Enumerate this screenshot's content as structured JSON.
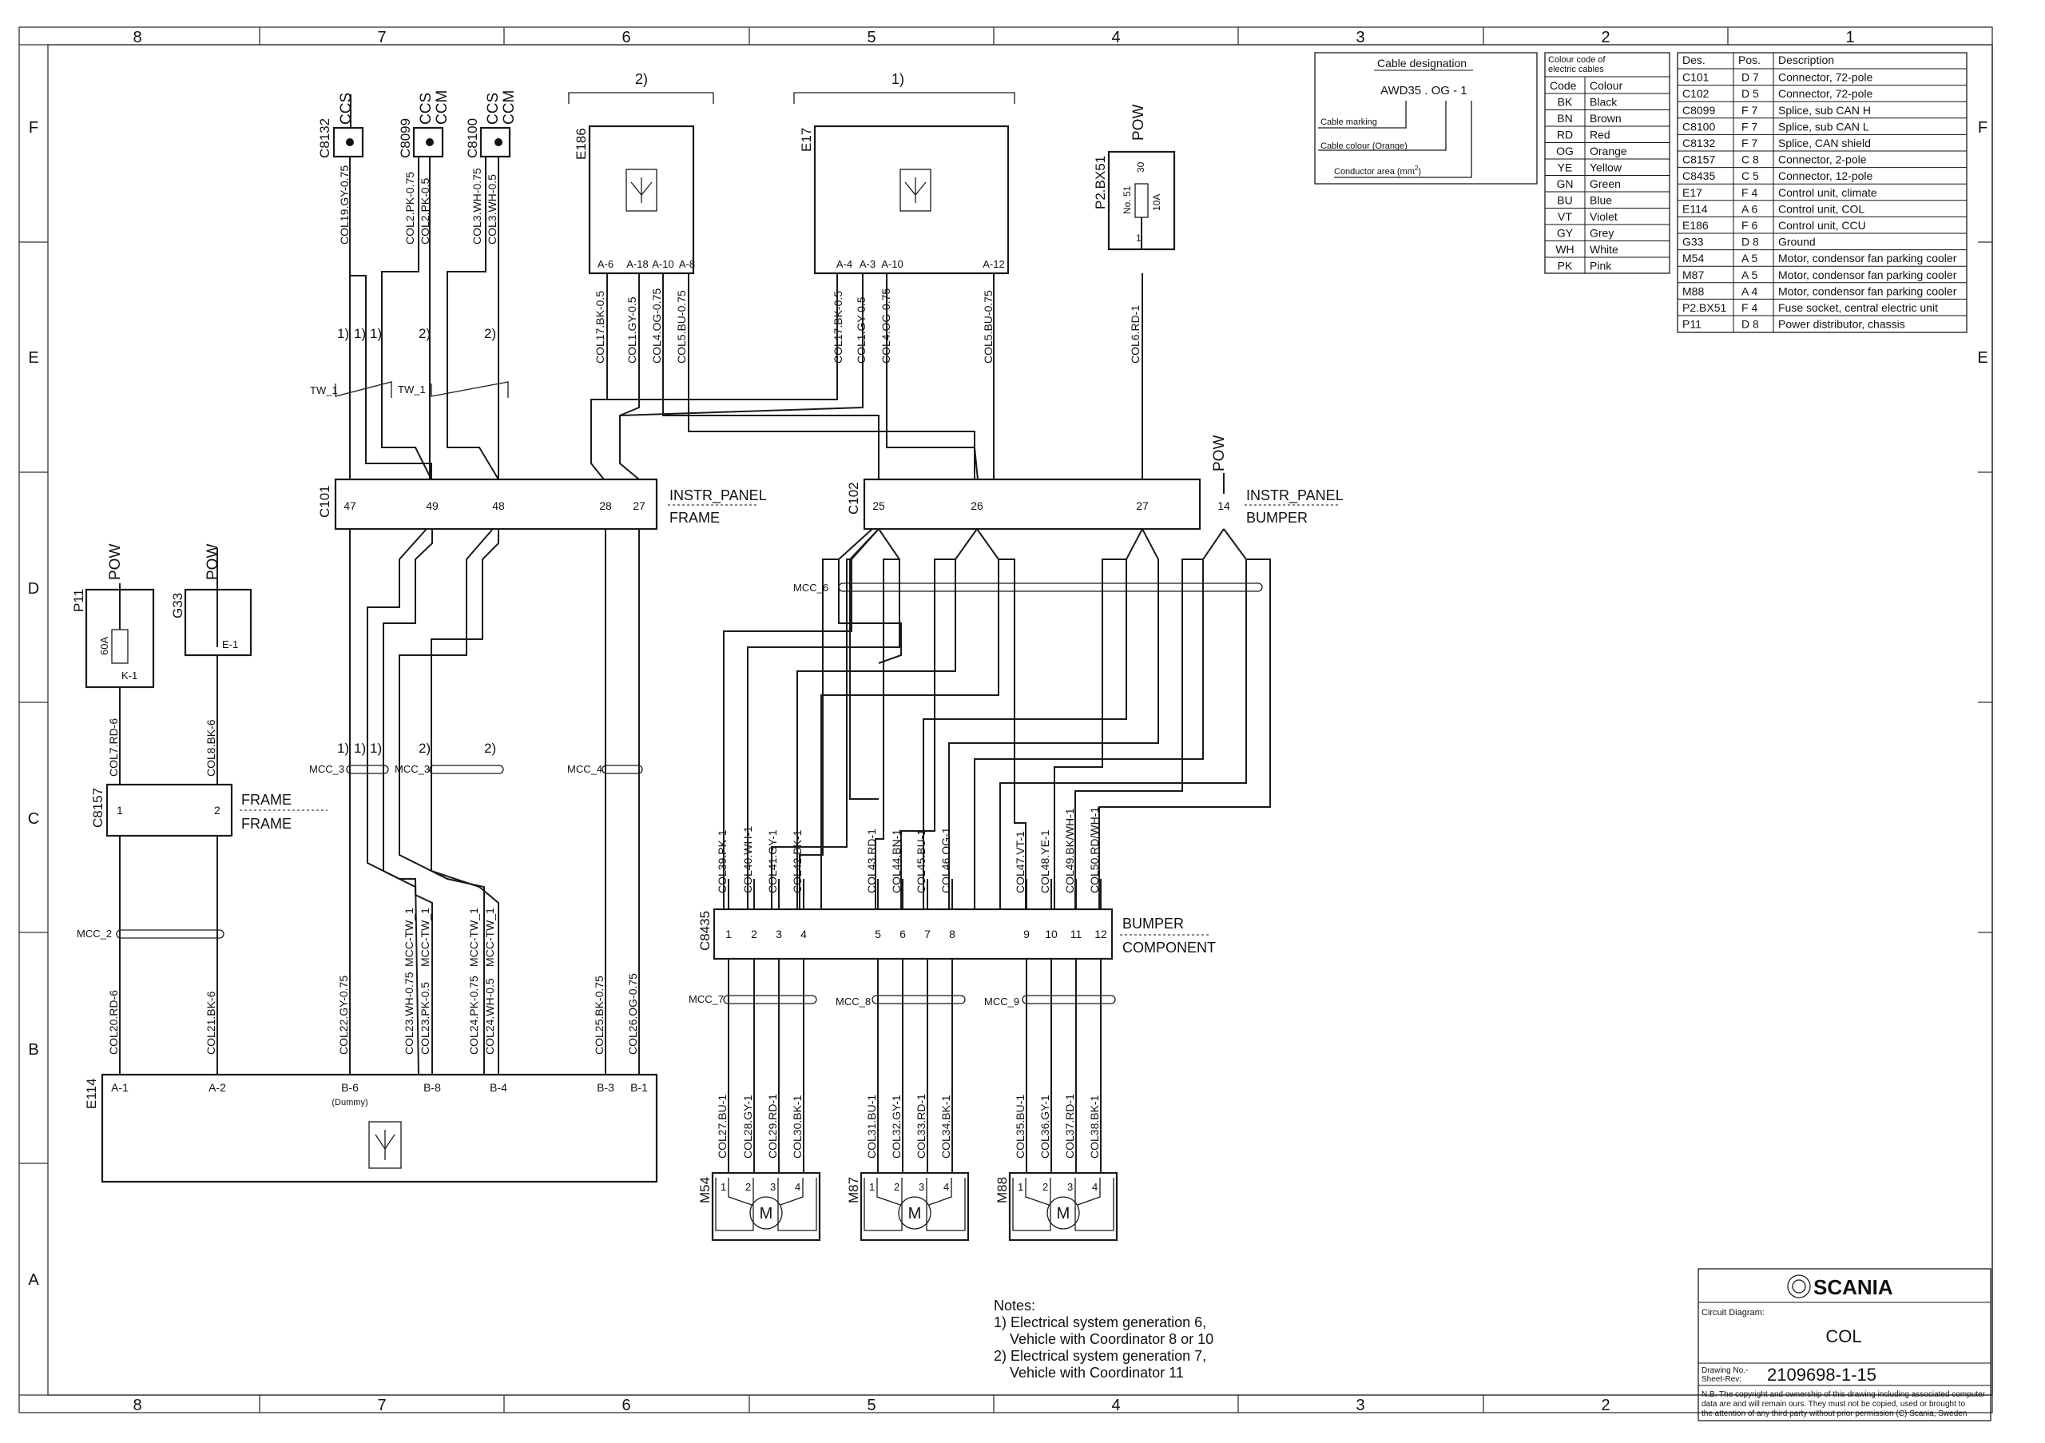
{
  "sheet": {
    "columns": [
      "8",
      "7",
      "6",
      "5",
      "4",
      "3",
      "2",
      "1"
    ],
    "rows": [
      "F",
      "E",
      "D",
      "C",
      "B",
      "A"
    ]
  },
  "splices": [
    {
      "id": "C8132",
      "net": [
        "CCS"
      ],
      "cable": "COL19.GY-0.75"
    },
    {
      "id": "C8099",
      "net": [
        "CCS",
        "CCM"
      ],
      "cables": [
        "COL2.PK-0.75",
        "COL2.PK-0.5"
      ]
    },
    {
      "id": "C8100",
      "net": [
        "CCS",
        "CCM"
      ],
      "cables": [
        "COL3.WH-0.75",
        "COL3.WH-0.5"
      ]
    }
  ],
  "units": {
    "E186": {
      "id": "E186",
      "group": "2)",
      "pins": [
        "A-6",
        "A-18",
        "A-10",
        "A-8"
      ],
      "cables": [
        "COL17.BK-0.5",
        "COL1.GY-0.5",
        "COL4.OG-0.75",
        "COL5.BU-0.75"
      ]
    },
    "E17": {
      "id": "E17",
      "group": "1)",
      "pins": [
        "A-4",
        "A-3",
        "A-10",
        "A-12"
      ],
      "cables": [
        "COL17.BK-0.5",
        "COL1.GY-0.5",
        "COL4.OG-0.75",
        "COL5.BU-0.75"
      ]
    },
    "P2BX51": {
      "id": "P2.BX51",
      "net": "POW",
      "fuse": "No. 51",
      "rating": "10A",
      "pin_top": "30",
      "pin_bottom": "1",
      "cable": "COL6.RD-1"
    },
    "P11": {
      "id": "P11",
      "net": "POW",
      "rating": "60A",
      "pin": "K-1",
      "cable": "COL7.RD-6"
    },
    "G33": {
      "id": "G33",
      "net": "POW",
      "pin": "E-1",
      "cable": "COL8.BK-6"
    }
  },
  "twist": {
    "tw1": "TW_1",
    "tw2": "TW_1",
    "marks": [
      "1)",
      "1)",
      "1)",
      "2)",
      "2)"
    ]
  },
  "c101": {
    "id": "C101",
    "pins": [
      "47",
      "49",
      "48",
      "28",
      "27"
    ],
    "label_top": "INSTR_PANEL",
    "label_bottom": "FRAME"
  },
  "c102": {
    "id": "C102",
    "pins": [
      "25",
      "26",
      "27",
      "14"
    ],
    "label_top": "INSTR_PANEL",
    "label_bottom": "BUMPER",
    "net": "POW"
  },
  "mcc": {
    "m6": "MCC_6",
    "m3a": "MCC_3",
    "m3b": "MCC_3",
    "m4": "MCC_4",
    "m2": "MCC_2",
    "m7": "MCC_7",
    "m8": "MCC_8",
    "m9": "MCC_9"
  },
  "c8157": {
    "id": "C8157",
    "pins": [
      "1",
      "2"
    ],
    "label_top": "FRAME",
    "label_bottom": "FRAME"
  },
  "c8435": {
    "id": "C8435",
    "pins": [
      "1",
      "2",
      "3",
      "4",
      "5",
      "6",
      "7",
      "8",
      "9",
      "10",
      "11",
      "12"
    ],
    "label_top": "BUMPER",
    "label_bottom": "COMPONENT",
    "cables_in": [
      "COL39.PK-1",
      "COL40.WH-1",
      "COL41.GY-1",
      "COL42.BK-1",
      "COL43.RD-1",
      "COL44.BN-1",
      "COL45.BU-1",
      "COL46.OG-1",
      "COL47.VT-1",
      "COL48.YE-1",
      "COL49.BK/WH-1",
      "COL50.RD/WH-1"
    ],
    "cables_out": [
      "COL27.BU-1",
      "COL28.GY-1",
      "COL29.RD-1",
      "COL30.BK-1",
      "COL31.BU-1",
      "COL32.GY-1",
      "COL33.RD-1",
      "COL34.BK-1",
      "COL35.BU-1",
      "COL36.GY-1",
      "COL37.RD-1",
      "COL38.BK-1"
    ]
  },
  "e114": {
    "id": "E114",
    "pins": [
      "A-1",
      "A-2",
      "B-6",
      "B-8",
      "B-4",
      "B-3",
      "B-1"
    ],
    "dummy": "(Dummy)",
    "cables": [
      "COL20.RD-6",
      "COL21.BK-6",
      "COL22.GY-0.75",
      "COL23.WH-0.75",
      "COL23.PK-0.5",
      "COL24.PK-0.75",
      "COL24.WH-0.5",
      "COL25.BK-0.75",
      "COL26.OG-0.75"
    ],
    "tw_cables": [
      "MCC-TW_1",
      "MCC-TW_1",
      "MCC-TW_1",
      "MCC-TW_1"
    ]
  },
  "motors": [
    {
      "id": "M54",
      "pins": [
        "1",
        "2",
        "3",
        "4"
      ],
      "symbol": "M"
    },
    {
      "id": "M87",
      "pins": [
        "1",
        "2",
        "3",
        "4"
      ],
      "symbol": "M"
    },
    {
      "id": "M88",
      "pins": [
        "1",
        "2",
        "3",
        "4"
      ],
      "symbol": "M"
    }
  ],
  "cable_designation": {
    "title": "Cable designation",
    "example": "AWD35 . OG  -  1",
    "marking": "Cable marking",
    "colour": "Cable colour (Orange)",
    "area": "Conductor area (mm",
    "area_sup": "2",
    "area_end": ")"
  },
  "colour_codes": {
    "title_1": "Colour code of",
    "title_2": "electric cables",
    "headers": [
      "Code",
      "Colour"
    ],
    "rows": [
      [
        "BK",
        "Black"
      ],
      [
        "BN",
        "Brown"
      ],
      [
        "RD",
        "Red"
      ],
      [
        "OG",
        "Orange"
      ],
      [
        "YE",
        "Yellow"
      ],
      [
        "GN",
        "Green"
      ],
      [
        "BU",
        "Blue"
      ],
      [
        "VT",
        "Violet"
      ],
      [
        "GY",
        "Grey"
      ],
      [
        "WH",
        "White"
      ],
      [
        "PK",
        "Pink"
      ]
    ]
  },
  "components": {
    "headers": [
      "Des.",
      "Pos.",
      "Description"
    ],
    "rows": [
      [
        "C101",
        "D 7",
        "Connector, 72-pole"
      ],
      [
        "C102",
        "D 5",
        "Connector, 72-pole"
      ],
      [
        "C8099",
        "F 7",
        "Splice, sub CAN H"
      ],
      [
        "C8100",
        "F 7",
        "Splice, sub CAN L"
      ],
      [
        "C8132",
        "F 7",
        "Splice, CAN shield"
      ],
      [
        "C8157",
        "C 8",
        "Connector, 2-pole"
      ],
      [
        "C8435",
        "C 5",
        "Connector, 12-pole"
      ],
      [
        "E17",
        "F 4",
        "Control unit, climate"
      ],
      [
        "E114",
        "A 6",
        "Control unit, COL"
      ],
      [
        "E186",
        "F 6",
        "Control unit, CCU"
      ],
      [
        "G33",
        "D 8",
        "Ground"
      ],
      [
        "M54",
        "A 5",
        "Motor, condensor fan parking cooler"
      ],
      [
        "M87",
        "A 5",
        "Motor, condensor fan parking cooler"
      ],
      [
        "M88",
        "A 4",
        "Motor, condensor fan parking cooler"
      ],
      [
        "P2.BX51",
        "F 4",
        "Fuse socket, central electric unit"
      ],
      [
        "P11",
        "D 8",
        "Power distributor, chassis"
      ]
    ]
  },
  "notes": {
    "title": "Notes:",
    "lines": [
      "1) Electrical system generation 6,",
      "    Vehicle with Coordinator 8 or 10",
      "2) Electrical system generation 7,",
      "    Vehicle with Coordinator 11"
    ]
  },
  "title_block": {
    "brand": "SCANIA",
    "circuit_label": "Circuit Diagram:",
    "circuit": "COL",
    "drawing_label_1": "Drawing No.-",
    "drawing_label_2": "Sheet-Rev:",
    "drawing_no": "2109698-1-15",
    "nb_1": "N.B. The copyright and ownership of this drawing including associated computer",
    "nb_2": "data are and will remain ours. They must not be copied, used or brought to",
    "nb_3": "the attention of any third party without prior permission (C) Scania, Sweden"
  }
}
